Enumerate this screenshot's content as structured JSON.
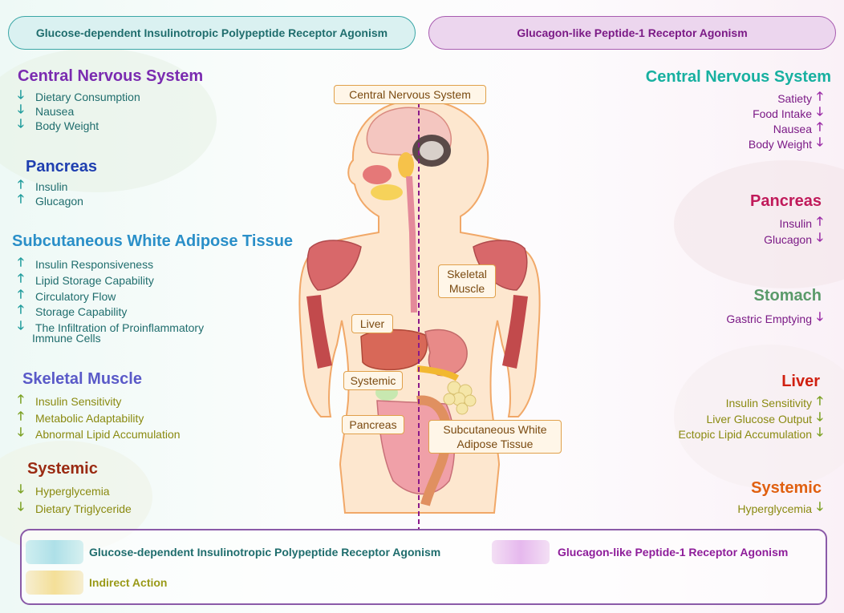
{
  "header": {
    "left": "Glucose-dependent Insulinotropic Polypeptide Receptor Agonism",
    "right": "Glucagon-like Peptide-1 Receptor Agonism"
  },
  "colors": {
    "gip_accent": "#1f8c8c",
    "glp1_accent": "#8e1d9a",
    "indirect": "#a0a020"
  },
  "left": {
    "cns": {
      "title": "Central Nervous System",
      "items": [
        {
          "text": "Dietary Consumption",
          "dir": "down"
        },
        {
          "text": "Nausea",
          "dir": "down"
        },
        {
          "text": "Body Weight",
          "dir": "down"
        }
      ]
    },
    "pancreas": {
      "title": "Pancreas",
      "items": [
        {
          "text": "Insulin",
          "dir": "up"
        },
        {
          "text": "Glucagon",
          "dir": "up"
        }
      ]
    },
    "swat": {
      "title": "Subcutaneous White Adipose Tissue",
      "items": [
        {
          "text": "Insulin Responsiveness",
          "dir": "up"
        },
        {
          "text": "Lipid Storage Capability",
          "dir": "up"
        },
        {
          "text": "Circulatory Flow",
          "dir": "up"
        },
        {
          "text": "Storage Capability",
          "dir": "up"
        },
        {
          "text": "The Infiltration of Proinflammatory",
          "dir": "down"
        }
      ],
      "item_cont": "Immune Cells"
    },
    "muscle": {
      "title": "Skeletal Muscle",
      "items": [
        {
          "text": "Insulin Sensitivity",
          "dir": "up"
        },
        {
          "text": "Metabolic Adaptability",
          "dir": "up"
        },
        {
          "text": "Abnormal Lipid Accumulation",
          "dir": "down"
        }
      ]
    },
    "systemic": {
      "title": "Systemic",
      "items": [
        {
          "text": "Hyperglycemia",
          "dir": "down"
        },
        {
          "text": "Dietary Triglyceride",
          "dir": "down"
        }
      ]
    }
  },
  "right": {
    "cns": {
      "title": "Central Nervous System",
      "items": [
        {
          "text": "Satiety",
          "dir": "up"
        },
        {
          "text": "Food Intake",
          "dir": "down"
        },
        {
          "text": "Nausea",
          "dir": "up"
        },
        {
          "text": "Body Weight",
          "dir": "down"
        }
      ]
    },
    "pancreas": {
      "title": "Pancreas",
      "items": [
        {
          "text": "Insulin",
          "dir": "up"
        },
        {
          "text": "Glucagon",
          "dir": "down"
        }
      ]
    },
    "stomach": {
      "title": "Stomach",
      "items": [
        {
          "text": "Gastric Emptying",
          "dir": "down"
        }
      ]
    },
    "liver": {
      "title": "Liver",
      "items": [
        {
          "text": "Insulin Sensitivity",
          "dir": "up"
        },
        {
          "text": "Liver Glucose Output",
          "dir": "down"
        },
        {
          "text": "Ectopic Lipid Accumulation",
          "dir": "down"
        }
      ]
    },
    "systemic": {
      "title": "Systemic",
      "items": [
        {
          "text": "Hyperglycemia",
          "dir": "down"
        }
      ]
    }
  },
  "body_labels": {
    "cns": "Central Nervous System",
    "muscle_line1": "Skeletal",
    "muscle_line2": "Muscle",
    "liver": "Liver",
    "systemic": "Systemic",
    "pancreas": "Pancreas",
    "swat_line1": "Subcutaneous White",
    "swat_line2": "Adipose Tissue"
  },
  "legend": {
    "gip": "Glucose-dependent Insulinotropic Polypeptide Receptor Agonism",
    "glp1": "Glucagon-like Peptide-1 Receptor Agonism",
    "indirect": "Indirect Action"
  },
  "arrows": {
    "up": "🡑",
    "down": "🡓"
  }
}
